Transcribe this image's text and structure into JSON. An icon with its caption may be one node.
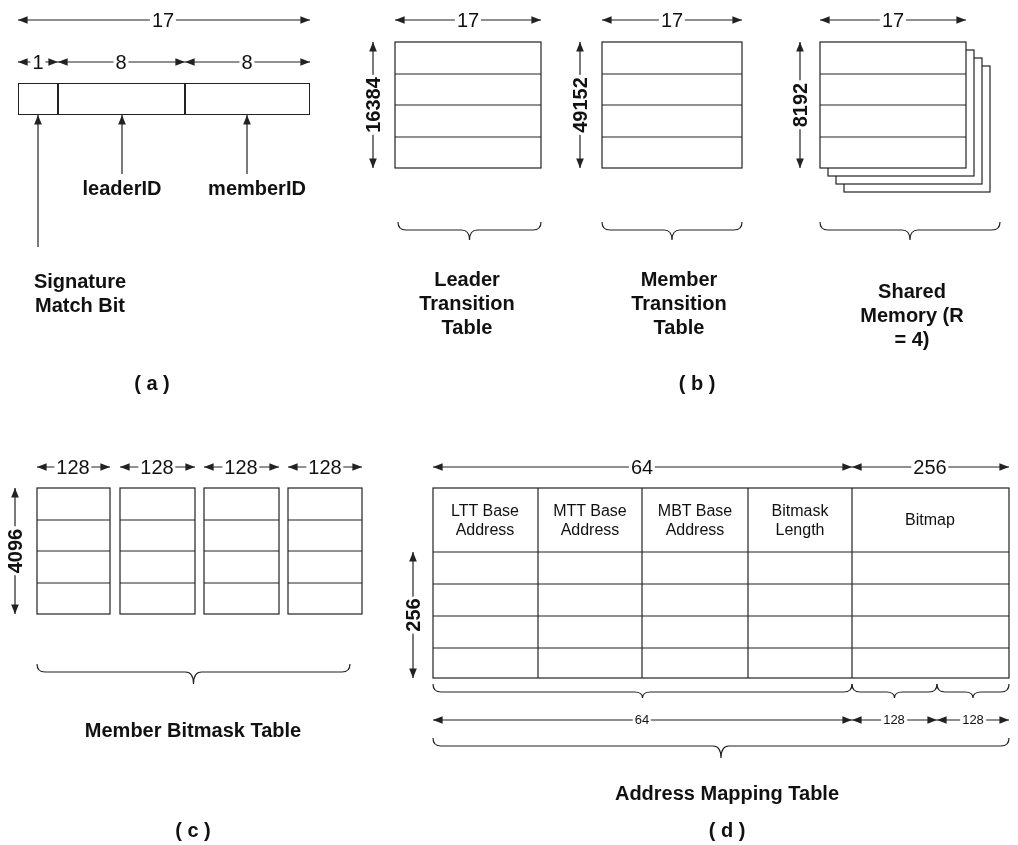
{
  "diagram": {
    "nodes": [
      {
        "text": [],
        "shape": "box"
      },
      {
        "text": [],
        "shape": "box"
      },
      {
        "text": [],
        "shape": "box"
      },
      {
        "text": [
          "leaderID"
        ]
      },
      {
        "text": [
          "memberID"
        ]
      },
      {
        "text": [
          "Signature Match Bit"
        ]
      }
    ],
    "edges": [
      {
        "from": 3,
        "to": 1,
        "arrow": "to"
      },
      {
        "from": 4,
        "to": 2,
        "arrow": "to"
      },
      {
        "from": 5,
        "to": 0,
        "arrow": "to"
      }
    ],
    "labels": [
      "17",
      "1",
      "8",
      "8",
      "17",
      "16384",
      "17",
      "49152",
      "17",
      "8192",
      "Leader Transition Table",
      "Member Transition Table",
      "Shared Memory (R = 4)",
      "( a )",
      "( b )",
      "128",
      "128",
      "128",
      "128",
      "4096",
      "64",
      "256",
      "LTT Base Address",
      "MTT Base Address",
      "MBT Base Address",
      "Bitmask Length",
      "Bitmap",
      "256",
      "Member Bitmask Table",
      "64",
      "128",
      "128",
      "Address Mapping Table",
      "( c )",
      "( d )"
    ]
  }
}
